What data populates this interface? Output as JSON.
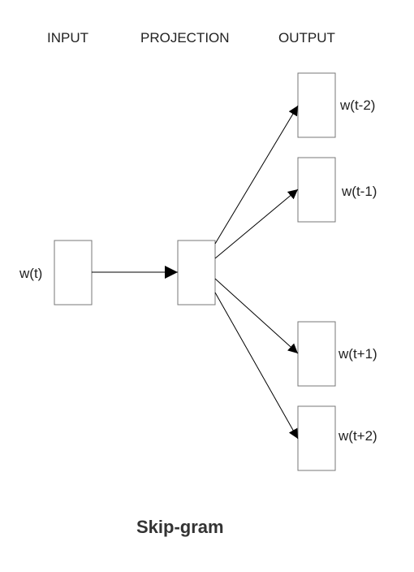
{
  "headers": {
    "input": "INPUT",
    "projection": "PROJECTION",
    "output": "OUTPUT"
  },
  "nodes": {
    "input_word": "w(t)",
    "output_words": [
      "w(t-2)",
      "w(t-1)",
      "w(t+1)",
      "w(t+2)"
    ]
  },
  "title": "Skip-gram"
}
